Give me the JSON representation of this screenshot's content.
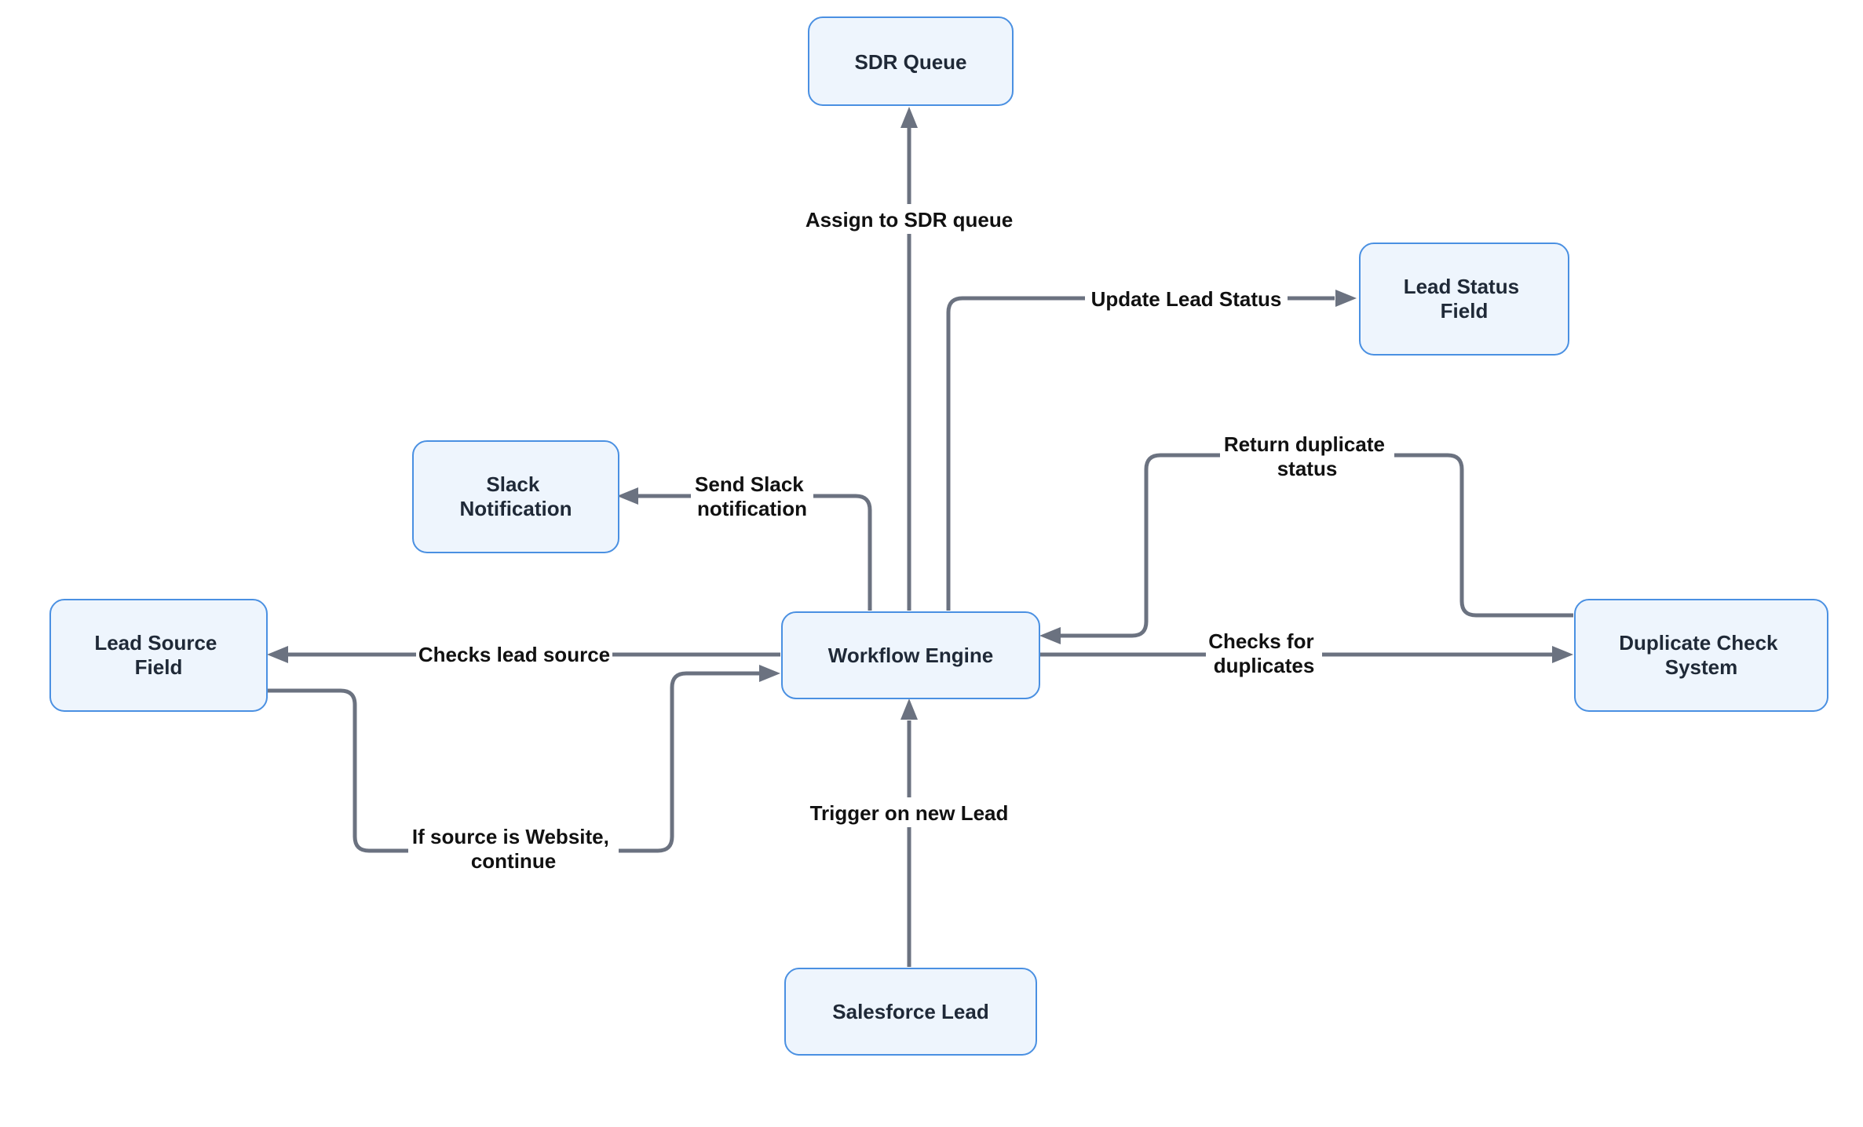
{
  "colors": {
    "node_fill": "#eef5fd",
    "node_border": "#4a90e2",
    "edge": "#6b7280",
    "text": "#1f2937"
  },
  "nodes": {
    "sdr_queue": {
      "lines": [
        "SDR Queue"
      ]
    },
    "lead_status_field": {
      "lines": [
        "Lead Status",
        "Field"
      ]
    },
    "slack_notification": {
      "lines": [
        "Slack",
        "Notification"
      ]
    },
    "lead_source_field": {
      "lines": [
        "Lead Source",
        "Field"
      ]
    },
    "workflow_engine": {
      "lines": [
        "Workflow Engine"
      ]
    },
    "duplicate_check_system": {
      "lines": [
        "Duplicate Check",
        "System"
      ]
    },
    "salesforce_lead": {
      "lines": [
        "Salesforce Lead"
      ]
    }
  },
  "edges": {
    "assign_sdr": {
      "lines": [
        "Assign to SDR queue"
      ]
    },
    "update_status": {
      "lines": [
        "Update Lead Status"
      ]
    },
    "return_duplicate": {
      "lines": [
        "Return duplicate",
        "status"
      ]
    },
    "send_slack": {
      "lines": [
        "Send Slack",
        "notification"
      ]
    },
    "checks_source": {
      "lines": [
        "Checks lead source"
      ]
    },
    "checks_duplicates": {
      "lines": [
        "Checks for",
        "duplicates"
      ]
    },
    "if_website": {
      "lines": [
        "If source is Website,",
        "continue"
      ]
    },
    "trigger_new": {
      "lines": [
        "Trigger on new Lead"
      ]
    }
  }
}
